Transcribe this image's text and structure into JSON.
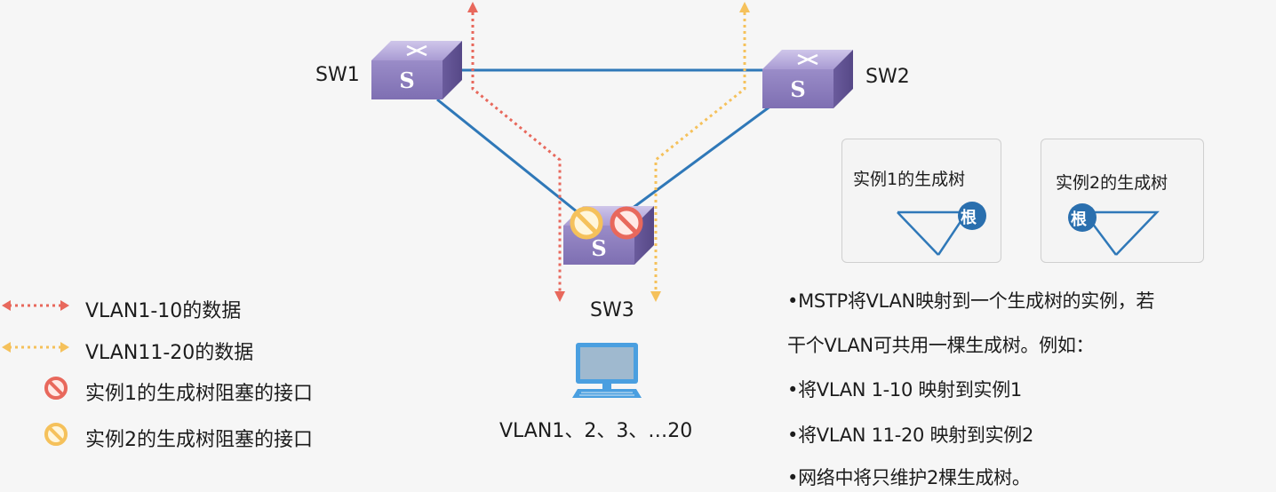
{
  "switches": {
    "sw1": {
      "label": "SW1"
    },
    "sw2": {
      "label": "SW2"
    },
    "sw3": {
      "label": "SW3"
    }
  },
  "pc": {
    "label": "VLAN1、2、3、…20"
  },
  "legend": {
    "items": [
      {
        "text": "VLAN1-10的数据",
        "kind": "arrow",
        "color": "#e8685c"
      },
      {
        "text": "VLAN11-20的数据",
        "kind": "arrow",
        "color": "#f5c15b"
      },
      {
        "text": "实例1的生成树阻塞的接口",
        "kind": "blocked",
        "color": "#e8685c"
      },
      {
        "text": "实例2的生成树阻塞的接口",
        "kind": "blocked",
        "color": "#f5c15b"
      }
    ]
  },
  "instances": {
    "instance1": {
      "title": "实例1的生成树",
      "root_label": "根"
    },
    "instance2": {
      "title": "实例2的生成树",
      "root_label": "根"
    }
  },
  "notes": {
    "line1": "•MSTP将VLAN映射到一个生成树的实例，若",
    "line2": "干个VLAN可共用一棵生成树。例如：",
    "line3": "•将VLAN 1-10 映射到实例1",
    "line4": "•将VLAN 11-20 映射到实例2",
    "line5": "•网络中将只维护2棵生成树。"
  },
  "colors": {
    "link": "#2f78b8",
    "vlan1_10": "#e8685c",
    "vlan11_20": "#f5c15b",
    "root_badge": "#2a6fae",
    "switch_body": "#9a8cc4"
  }
}
